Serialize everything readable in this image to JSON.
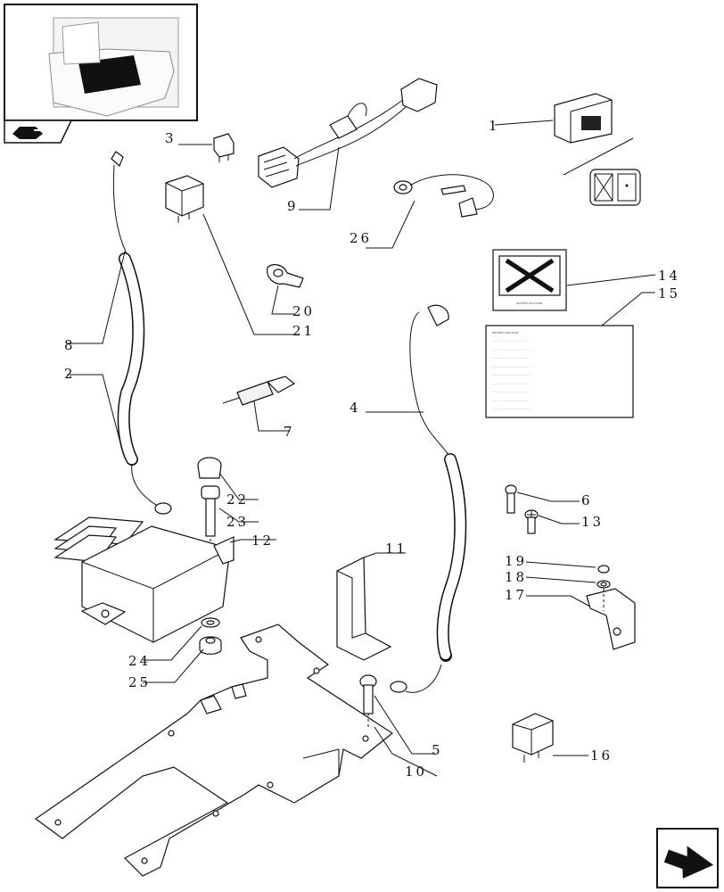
{
  "diagram": {
    "callouts": [
      "1",
      "3",
      "9",
      "26",
      "14",
      "15",
      "20",
      "21",
      "8",
      "2",
      "7",
      "4",
      "22",
      "23",
      "12",
      "6",
      "13",
      "11",
      "19",
      "18",
      "17",
      "24",
      "25",
      "5",
      "10",
      "16"
    ],
    "decal_15_lines": [
      "BATTERY ISOLATOR",
      "- - - - - - - - - - - - - - - - - - - - - -",
      "- - - - - - - - - - - - - - - - - - - - - -",
      "- - - - - - - - - - - - - - - - - - - - - -",
      "- - - - - - - - - - - - - - - - - - - - - -",
      "- - - - - - - - - - - - - - - - - - - - - -",
      "- - - - - - - - - - - - - - - - - - - - - -",
      "- - - - - - - - - - - - - - - - - - - - - -",
      "- - - - - - - - - - - - - - - - - - - - - -",
      "- - - - - - - - - - - - - - - - - - - - - -"
    ],
    "decal_14_caption": "BATTERY ISOLATOR"
  },
  "nav": {
    "prev_icon": "arrow-back-icon",
    "next_icon": "arrow-next-icon"
  },
  "colors": {
    "ink": "#111111",
    "thumbnail_highlight": "#111111",
    "paper": "#ffffff"
  }
}
